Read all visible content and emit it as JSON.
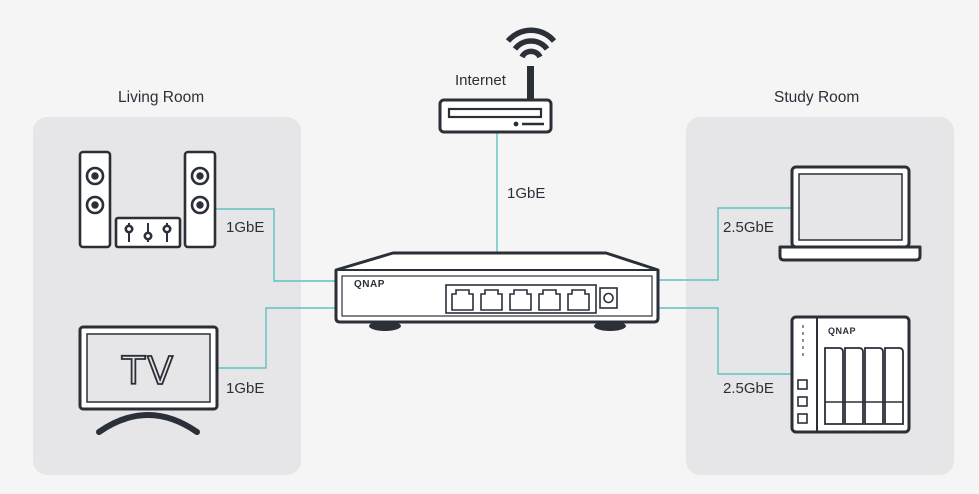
{
  "rooms": {
    "living": {
      "title": "Living Room"
    },
    "study": {
      "title": "Study Room"
    }
  },
  "internet": {
    "label": "Internet",
    "link_speed": "1GbE"
  },
  "switch": {
    "brand": "QNAP"
  },
  "links": {
    "speakers": "1GbE",
    "tv": "1GbE",
    "laptop": "2.5GbE",
    "nas": "2.5GbE"
  },
  "tv": {
    "text": "TV"
  },
  "nas": {
    "brand": "QNAP"
  },
  "colors": {
    "background": "#f5f5f5",
    "room_panel": "#e6e6e8",
    "device_outline": "#2b2f38",
    "link_line": "#5fc2c2"
  }
}
